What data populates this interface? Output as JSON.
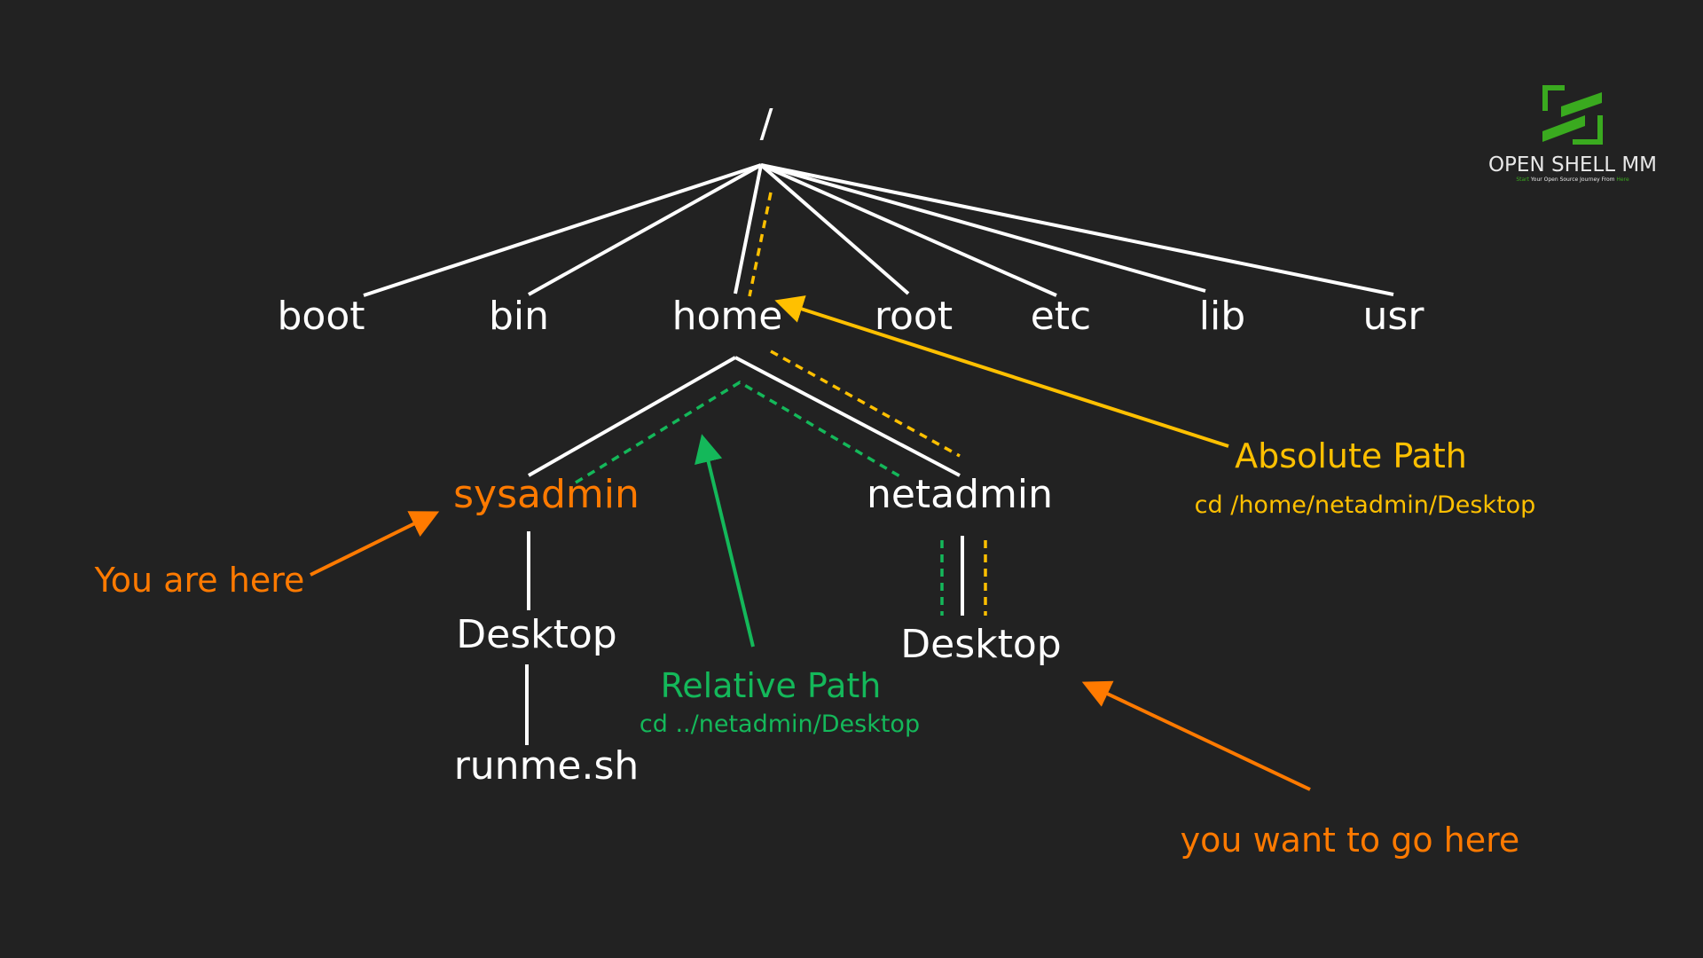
{
  "colors": {
    "background": "#222222",
    "absolute": "#ffc000",
    "relative": "#14b85a",
    "highlight": "#ff7a00",
    "logo": "#3aaa1f"
  },
  "tree": {
    "root": "/",
    "level1": [
      "boot",
      "bin",
      "home",
      "root",
      "etc",
      "lib",
      "usr"
    ],
    "home_children": [
      "sysadmin",
      "netadmin"
    ],
    "sysadmin_child": "Desktop",
    "sysadmin_grandchild": "runme.sh",
    "netadmin_child": "Desktop"
  },
  "annotations": {
    "you_are_here": "You are here",
    "you_want_to_go_here": "you want to go here",
    "absolute_title": "Absolute Path",
    "absolute_cmd": "cd /home/netadmin/Desktop",
    "relative_title": "Relative Path",
    "relative_cmd": "cd ../netadmin/Desktop"
  },
  "logo": {
    "name": "OPEN SHELL MM",
    "tagline_start": "Start",
    "tagline_mid": " Your Open Source Journey From ",
    "tagline_end": "Here"
  }
}
